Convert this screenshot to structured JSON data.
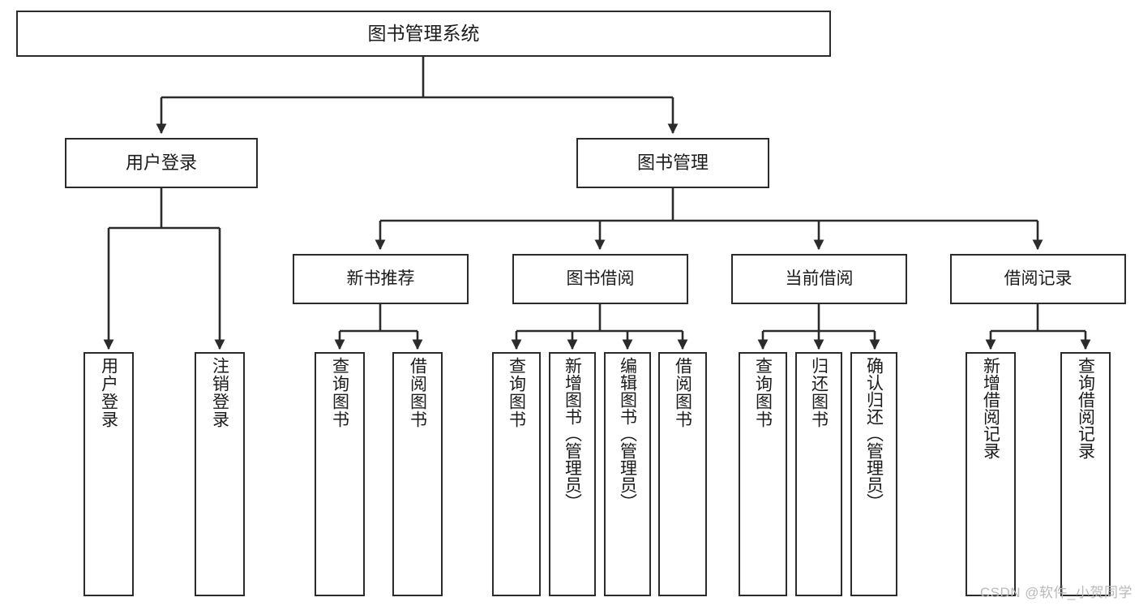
{
  "diagram": {
    "title": "图书管理系统",
    "type": "tree",
    "watermark": "CSDN @软件_小贺同学",
    "colors": {
      "box_border": "#2b2b2b",
      "box_fill": "#ffffff",
      "connector": "#2b2b2b",
      "text": "#1b1b1b",
      "watermark": "#b9b9b9"
    },
    "nodes": {
      "root": {
        "label": "图书管理系统"
      },
      "level2": [
        {
          "id": "user-login",
          "label": "用户登录"
        },
        {
          "id": "book-manage",
          "label": "图书管理"
        }
      ],
      "level3": [
        {
          "id": "new-book-recommend",
          "label": "新书推荐"
        },
        {
          "id": "book-borrow",
          "label": "图书借阅"
        },
        {
          "id": "current-borrow",
          "label": "当前借阅"
        },
        {
          "id": "borrow-record",
          "label": "借阅记录"
        }
      ],
      "leaves": {
        "user-login": [
          {
            "id": "leaf-user-login",
            "label": "用户登录"
          },
          {
            "id": "leaf-logout",
            "label": "注销登录"
          }
        ],
        "new-book-recommend": [
          {
            "id": "leaf-query-book-1",
            "label": "查询图书"
          },
          {
            "id": "leaf-borrow-book-1",
            "label": "借阅图书"
          }
        ],
        "book-borrow": [
          {
            "id": "leaf-query-book-2",
            "label": "查询图书"
          },
          {
            "id": "leaf-add-book",
            "label": "新增图书（管理员）"
          },
          {
            "id": "leaf-edit-book",
            "label": "编辑图书（管理员）"
          },
          {
            "id": "leaf-borrow-book-2",
            "label": "借阅图书"
          }
        ],
        "current-borrow": [
          {
            "id": "leaf-query-book-3",
            "label": "查询图书"
          },
          {
            "id": "leaf-return-book",
            "label": "归还图书"
          },
          {
            "id": "leaf-confirm-return",
            "label": "确认归还（管理员）"
          }
        ],
        "borrow-record": [
          {
            "id": "leaf-add-record",
            "label": "新增借阅记录"
          },
          {
            "id": "leaf-query-record",
            "label": "查询借阅记录"
          }
        ]
      }
    }
  }
}
